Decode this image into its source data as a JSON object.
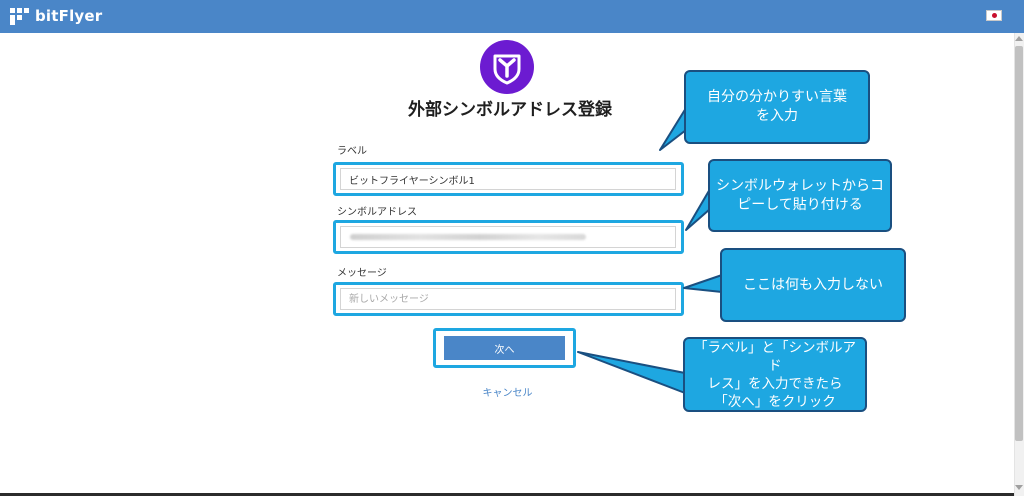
{
  "app": {
    "brand": "bitFlyer"
  },
  "header": {
    "flag_icon": "japan-flag-icon"
  },
  "form": {
    "title": "外部シンボルアドレス登録",
    "label_field": {
      "label": "ラベル",
      "value": "ビットフライヤーシンボル1"
    },
    "address_field": {
      "label": "シンボルアドレス",
      "value": ""
    },
    "message_field": {
      "label": "メッセージ",
      "placeholder": "新しいメッセージ"
    },
    "next_button": "次へ",
    "cancel_link": "キャンセル"
  },
  "annotations": [
    {
      "lines": [
        "自分の分かりすい言葉",
        "を入力"
      ]
    },
    {
      "lines": [
        "シンボルウォレットからコ",
        "ピーして貼り付ける"
      ]
    },
    {
      "lines": [
        "ここは何も入力しない"
      ]
    },
    {
      "lines": [
        "「ラベル」と「シンボルアド",
        "レス」を入力できたら",
        "「次へ」をクリック"
      ]
    }
  ],
  "colors": {
    "header": "#4a86c8",
    "highlight": "#1ea7e1",
    "callout_border": "#1a4f80",
    "symbol_purple": "#6c1bd1"
  }
}
